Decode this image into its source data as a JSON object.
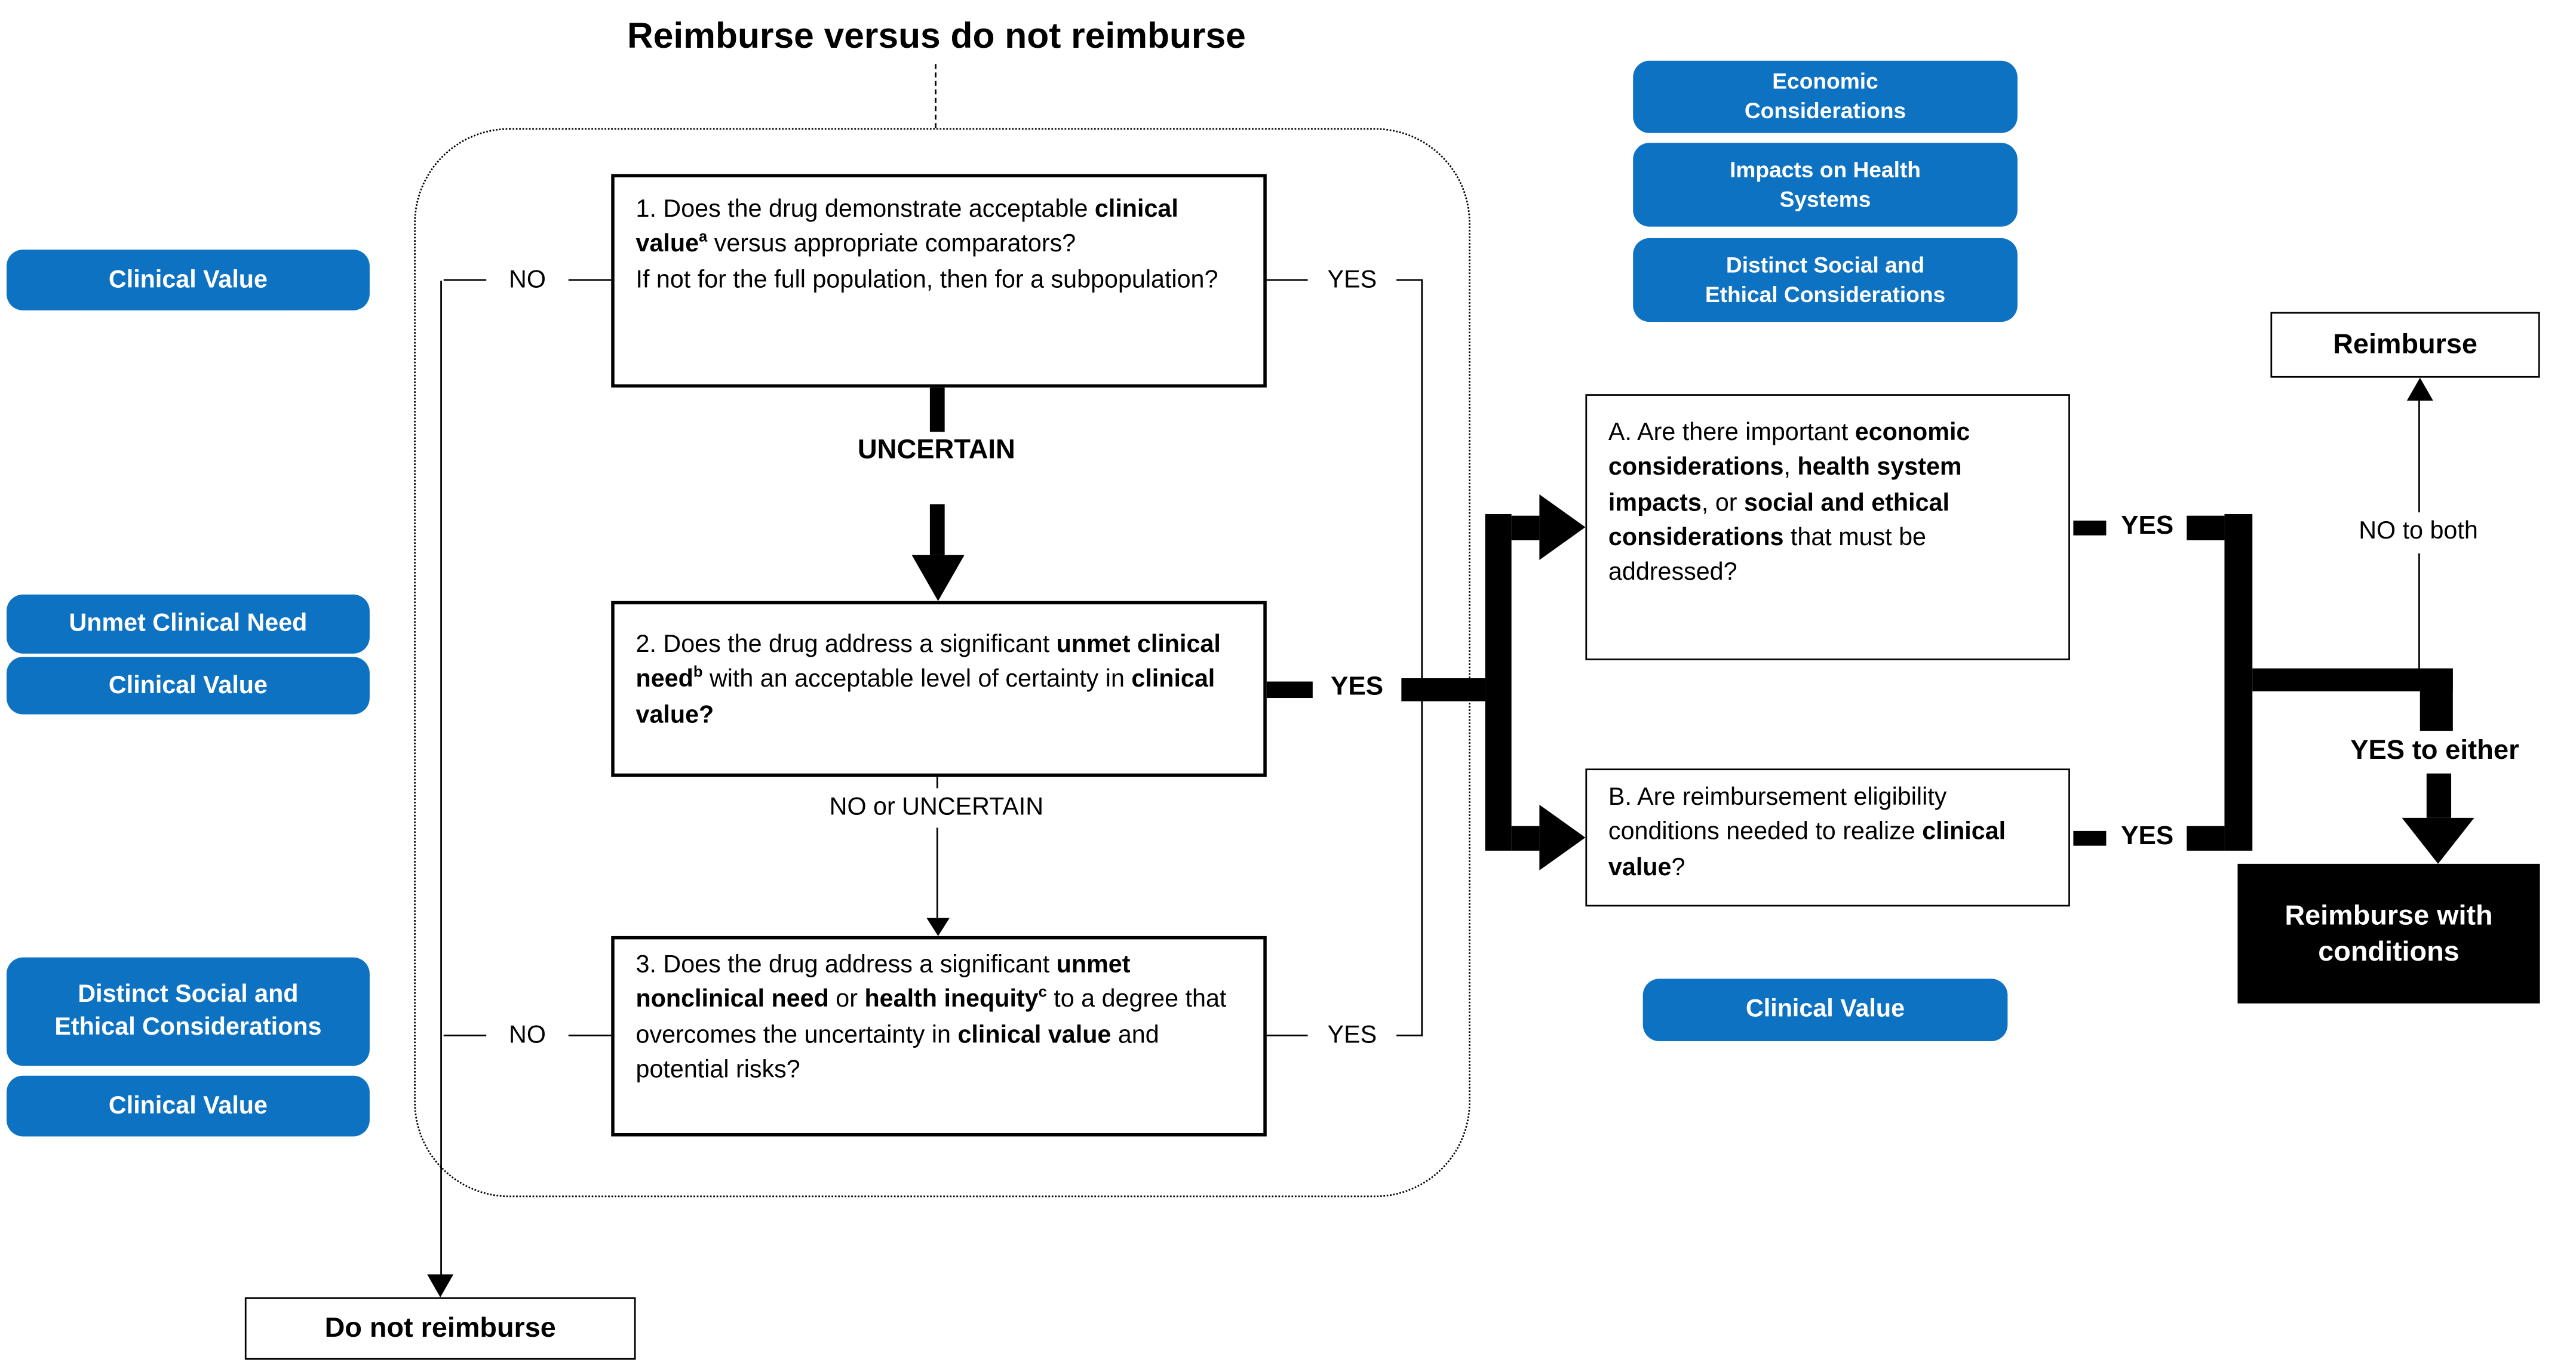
{
  "title": "Reimburse versus do not reimburse",
  "colors": {
    "accent_blue": "#0E72C2",
    "outcome_black": "#000000"
  },
  "category_labels": {
    "clinical_value": "Clinical Value",
    "unmet_clinical_need": "Unmet Clinical Need",
    "distinct_social_ethical": "Distinct Social and Ethical Considerations",
    "economic_considerations": "Economic Considerations",
    "impacts_on_health_systems": "Impacts on Health Systems"
  },
  "connector_labels": {
    "no": "NO",
    "yes": "YES",
    "uncertain": "UNCERTAIN",
    "no_or_uncertain": "NO or UNCERTAIN",
    "no_to_both": "NO to both",
    "yes_to_either": "YES to either"
  },
  "questions": {
    "q1": {
      "segments": [
        {
          "t": "1. Does the drug demonstrate acceptable "
        },
        {
          "t": "clinical value",
          "b": true
        },
        {
          "t": "a",
          "b": true,
          "sup": true
        },
        {
          "t": " versus appropriate comparators?"
        },
        {
          "br": true
        },
        {
          "t": "If not for the full population, then for a subpopulation?"
        }
      ]
    },
    "q2": {
      "segments": [
        {
          "t": "2. Does the drug address a significant "
        },
        {
          "t": "unmet clinical need",
          "b": true
        },
        {
          "t": "b",
          "b": true,
          "sup": true
        },
        {
          "t": " with an acceptable level of certainty in "
        },
        {
          "t": "clinical value?",
          "b": true
        }
      ]
    },
    "q3": {
      "segments": [
        {
          "t": "3. Does the drug address a significant "
        },
        {
          "t": "unmet nonclinical need",
          "b": true
        },
        {
          "t": " or "
        },
        {
          "t": "health inequity",
          "b": true
        },
        {
          "t": "c",
          "b": true,
          "sup": true
        },
        {
          "t": " to a degree that overcomes the uncertainty in "
        },
        {
          "t": "clinical value",
          "b": true
        },
        {
          "t": " and potential risks?"
        }
      ]
    },
    "qa": {
      "segments": [
        {
          "t": "A. Are there important "
        },
        {
          "t": "economic considerations",
          "b": true
        },
        {
          "t": ", "
        },
        {
          "t": "health system impacts",
          "b": true
        },
        {
          "t": ", or "
        },
        {
          "t": "social and ethical considerations",
          "b": true
        },
        {
          "t": " that must be addressed?"
        }
      ]
    },
    "qb": {
      "segments": [
        {
          "t": "B. Are reimbursement eligibility conditions needed to realize "
        },
        {
          "t": "clinical value",
          "b": true
        },
        {
          "t": "?"
        }
      ]
    }
  },
  "outcomes": {
    "reimburse": "Reimburse",
    "reimburse_with_conditions": "Reimburse with conditions",
    "do_not_reimburse": "Do not reimburse"
  }
}
